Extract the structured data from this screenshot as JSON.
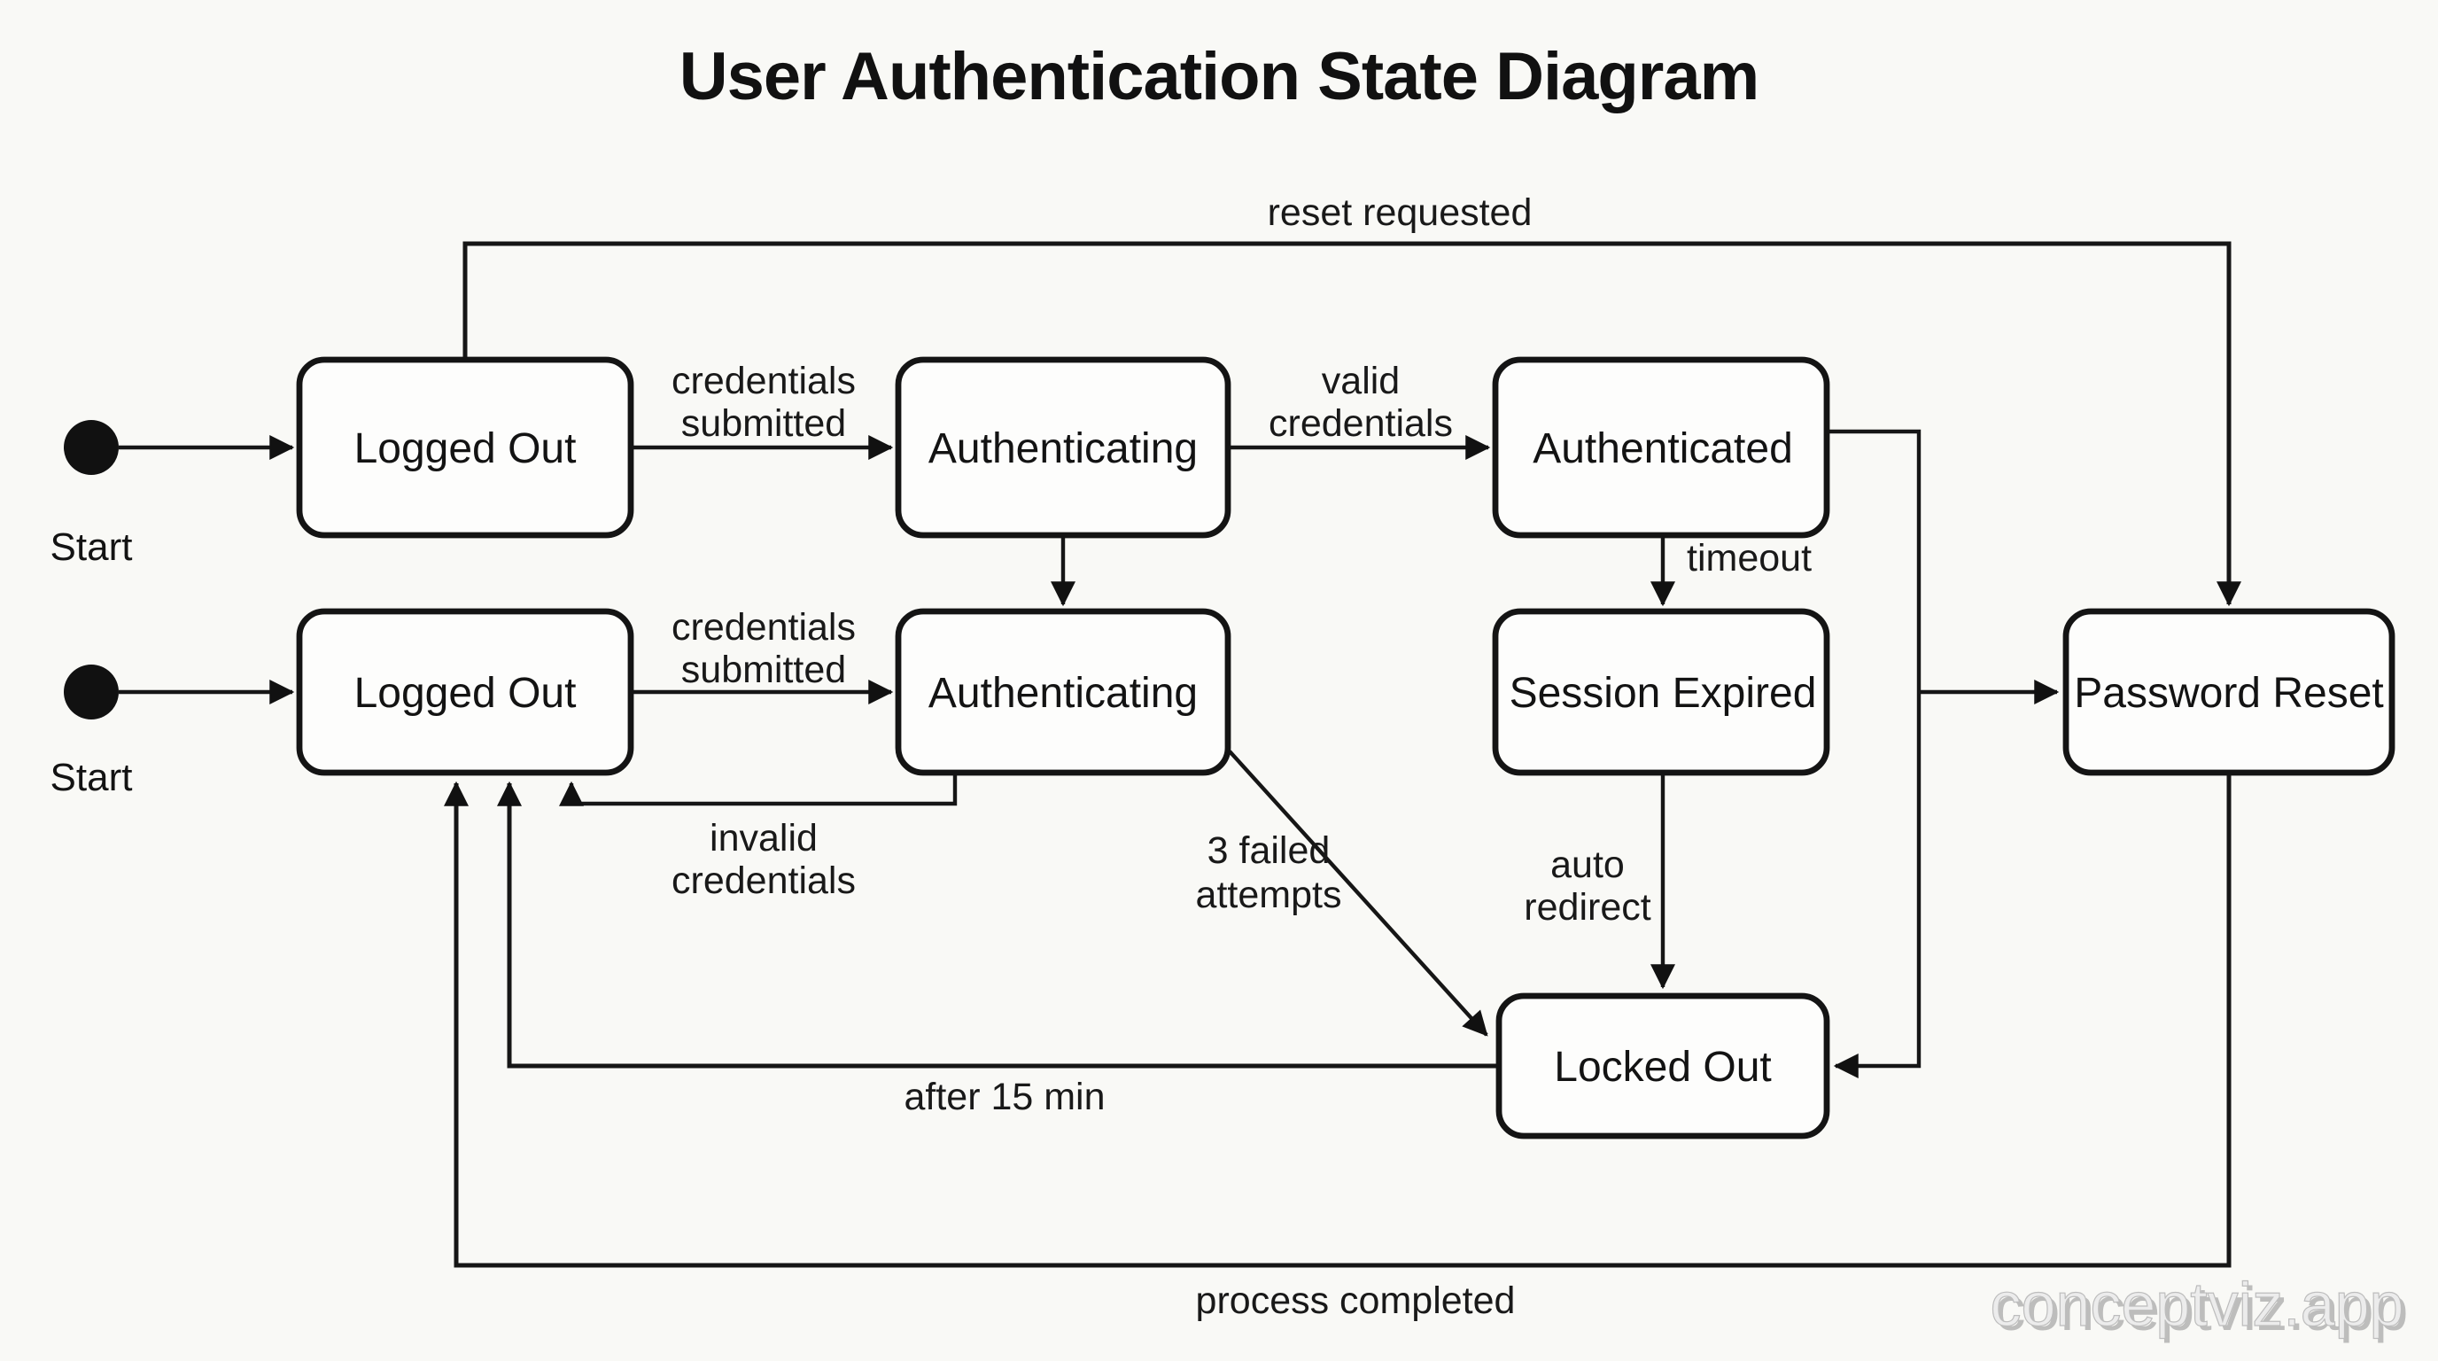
{
  "title": "User Authentication State Diagram",
  "watermark": {
    "text": "conceptviz.app"
  },
  "colors": {
    "ink": "#161616",
    "box_fill": "#fdfdfc",
    "background": "#f9f9f6",
    "watermark_fill": "#ececec",
    "watermark_shade": "#a9a9a9"
  },
  "start_markers": {
    "start_1": {
      "label": "Start"
    },
    "start_2": {
      "label": "Start"
    }
  },
  "nodes": {
    "logged_out_1": {
      "label": "Logged Out"
    },
    "authenticating_1": {
      "label": "Authenticating"
    },
    "authenticated": {
      "label": "Authenticated"
    },
    "logged_out_2": {
      "label": "Logged Out"
    },
    "authenticating_2": {
      "label": "Authenticating"
    },
    "session_expired": {
      "label": "Session Expired"
    },
    "password_reset": {
      "label": "Password Reset"
    },
    "locked_out": {
      "label": "Locked Out"
    }
  },
  "edges": {
    "reset_requested": {
      "label": "reset requested"
    },
    "credentials_submitted_1": {
      "line1": "credentials",
      "line2": "submitted"
    },
    "valid_credentials": {
      "line1": "valid",
      "line2": "credentials"
    },
    "timeout": {
      "label": "timeout"
    },
    "credentials_submitted_2": {
      "line1": "credentials",
      "line2": "submitted"
    },
    "invalid_credentials": {
      "line1": "invalid",
      "line2": "credentials"
    },
    "three_failed_attempts": {
      "line1": "3 failed",
      "line2": "attempts"
    },
    "auto_redirect": {
      "line1": "auto",
      "line2": "redirect"
    },
    "after_15_min": {
      "label": "after 15 min"
    },
    "process_completed": {
      "label": "process completed"
    }
  }
}
